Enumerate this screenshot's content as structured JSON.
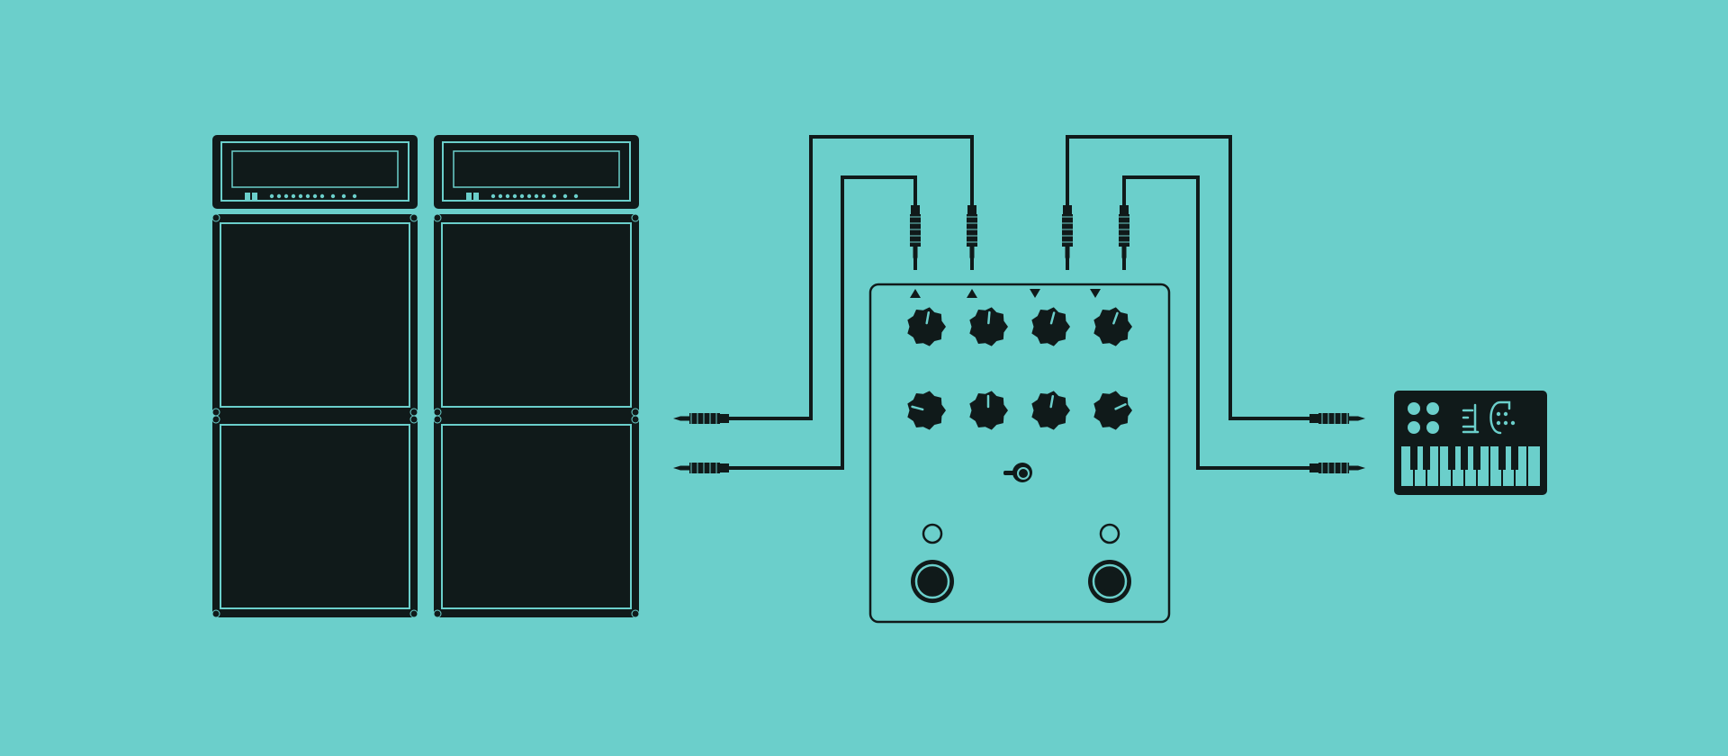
{
  "colors": {
    "background": "#6bcfcb",
    "ink": "#101a1a",
    "outline": "#6bcfcb"
  },
  "equipment": {
    "amp_stacks": [
      {
        "label": "",
        "head_icon": "amp-head-icon",
        "cabinet_icon": "speaker-cabinet-icon",
        "cabinets": 2
      },
      {
        "label": "",
        "head_icon": "amp-head-icon",
        "cabinet_icon": "speaker-cabinet-icon",
        "cabinets": 2
      }
    ],
    "pedal": {
      "icon": "effects-pedal-icon",
      "jacks": [
        {
          "direction": "out",
          "icon": "triangle-up-icon"
        },
        {
          "direction": "out",
          "icon": "triangle-up-icon"
        },
        {
          "direction": "in",
          "icon": "triangle-down-icon"
        },
        {
          "direction": "in",
          "icon": "triangle-down-icon"
        }
      ],
      "knobs_top_row": 4,
      "knobs_bottom_row": 4,
      "footswitches": 2,
      "leds": 2
    },
    "synth": {
      "icon": "synthesizer-icon",
      "keys": 11
    }
  },
  "cables": [
    {
      "from": "pedal-out-1",
      "to": "amp-input-1"
    },
    {
      "from": "pedal-out-2",
      "to": "amp-input-2"
    },
    {
      "from": "synth-out-1",
      "to": "pedal-in-1"
    },
    {
      "from": "synth-out-2",
      "to": "pedal-in-2"
    }
  ]
}
